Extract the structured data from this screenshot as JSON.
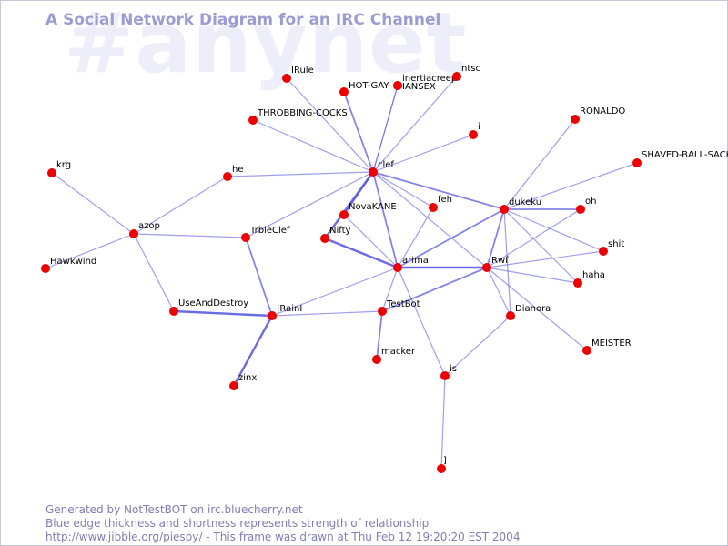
{
  "watermark": "#anynet",
  "title": "A Social Network Diagram for an IRC Channel",
  "footer": {
    "line1": "Generated by NotTestBOT on irc.bluecherry.net",
    "line2": "Blue edge thickness and shortness represents strength of relationship",
    "line3": "http://www.jibble.org/piespy/ - This frame was drawn at Thu Feb 12 19:20:20 EST 2004"
  },
  "colors": {
    "node": "#ee0000",
    "edge": "#5050e0",
    "title": "#9c9cd4",
    "footer": "#7f7fb4",
    "watermark": "#eeeefa"
  },
  "nodes": [
    {
      "id": "IRule",
      "label": "IRule"
    },
    {
      "id": "HOT-GAY",
      "label": "HOT-GAY"
    },
    {
      "id": "inertiacreep",
      "label": "inertiacreep"
    },
    {
      "id": "IANSEX",
      "label": "IANSEX"
    },
    {
      "id": "ntsc",
      "label": "ntsc"
    },
    {
      "id": "THROBBING-COCKS",
      "label": "THROBBING-COCKS"
    },
    {
      "id": "i",
      "label": "i"
    },
    {
      "id": "RONALDO",
      "label": "RONALDO"
    },
    {
      "id": "SHAVED-BALL-SACK",
      "label": "SHAVED-BALL-SACK"
    },
    {
      "id": "krg",
      "label": "krg"
    },
    {
      "id": "he",
      "label": "he"
    },
    {
      "id": "clef",
      "label": "clef"
    },
    {
      "id": "azop",
      "label": "azop"
    },
    {
      "id": "NovaKANE",
      "label": "NovaKANE"
    },
    {
      "id": "feh",
      "label": "feh"
    },
    {
      "id": "dukeku",
      "label": "dukeku"
    },
    {
      "id": "oh",
      "label": "oh"
    },
    {
      "id": "TrbleClef",
      "label": "TrbleClef"
    },
    {
      "id": "Nifty",
      "label": "Nifty"
    },
    {
      "id": "Hawkwind",
      "label": "Hawkwind"
    },
    {
      "id": "shit",
      "label": "shit"
    },
    {
      "id": "arima",
      "label": "arima"
    },
    {
      "id": "Rwf",
      "label": "Rwf"
    },
    {
      "id": "haha",
      "label": "haha"
    },
    {
      "id": "UseAndDestroy",
      "label": "UseAndDestroy"
    },
    {
      "id": "TestBot",
      "label": "TestBot"
    },
    {
      "id": "IRainI",
      "label": "|RainI"
    },
    {
      "id": "Dianora",
      "label": "Dianora"
    },
    {
      "id": "MEISTER",
      "label": "MEISTER"
    },
    {
      "id": "macker",
      "label": "macker"
    },
    {
      "id": "is",
      "label": "is"
    },
    {
      "id": "zinx",
      "label": "zinx"
    },
    {
      "id": "bracket",
      "label": "]"
    }
  ],
  "edges": [
    {
      "source": "clef",
      "target": "IRule",
      "weight": 1
    },
    {
      "source": "clef",
      "target": "HOT-GAY",
      "weight": 2
    },
    {
      "source": "clef",
      "target": "inertiacreep",
      "weight": 1
    },
    {
      "source": "clef",
      "target": "IANSEX",
      "weight": 1
    },
    {
      "source": "clef",
      "target": "ntsc",
      "weight": 1
    },
    {
      "source": "clef",
      "target": "THROBBING-COCKS",
      "weight": 1
    },
    {
      "source": "clef",
      "target": "i",
      "weight": 1
    },
    {
      "source": "clef",
      "target": "he",
      "weight": 1
    },
    {
      "source": "clef",
      "target": "NovaKANE",
      "weight": 2
    },
    {
      "source": "clef",
      "target": "Nifty",
      "weight": 3
    },
    {
      "source": "clef",
      "target": "arima",
      "weight": 2
    },
    {
      "source": "clef",
      "target": "feh",
      "weight": 1
    },
    {
      "source": "clef",
      "target": "dukeku",
      "weight": 2
    },
    {
      "source": "clef",
      "target": "TrbleClef",
      "weight": 1
    },
    {
      "source": "clef",
      "target": "Rwf",
      "weight": 1
    },
    {
      "source": "he",
      "target": "azop",
      "weight": 1
    },
    {
      "source": "krg",
      "target": "azop",
      "weight": 1
    },
    {
      "source": "azop",
      "target": "Hawkwind",
      "weight": 1
    },
    {
      "source": "azop",
      "target": "TrbleClef",
      "weight": 1
    },
    {
      "source": "azop",
      "target": "UseAndDestroy",
      "weight": 1
    },
    {
      "source": "TrbleClef",
      "target": "IRainI",
      "weight": 2
    },
    {
      "source": "UseAndDestroy",
      "target": "IRainI",
      "weight": 3
    },
    {
      "source": "IRainI",
      "target": "zinx",
      "weight": 3
    },
    {
      "source": "IRainI",
      "target": "TestBot",
      "weight": 1
    },
    {
      "source": "IRainI",
      "target": "arima",
      "weight": 1
    },
    {
      "source": "NovaKANE",
      "target": "arima",
      "weight": 1
    },
    {
      "source": "Nifty",
      "target": "arima",
      "weight": 3
    },
    {
      "source": "feh",
      "target": "arima",
      "weight": 1
    },
    {
      "source": "arima",
      "target": "dukeku",
      "weight": 2
    },
    {
      "source": "arima",
      "target": "Rwf",
      "weight": 3
    },
    {
      "source": "arima",
      "target": "TestBot",
      "weight": 1
    },
    {
      "source": "arima",
      "target": "is",
      "weight": 1
    },
    {
      "source": "TestBot",
      "target": "Rwf",
      "weight": 2
    },
    {
      "source": "TestBot",
      "target": "macker",
      "weight": 2
    },
    {
      "source": "dukeku",
      "target": "RONALDO",
      "weight": 1
    },
    {
      "source": "dukeku",
      "target": "SHAVED-BALL-SACK",
      "weight": 1
    },
    {
      "source": "dukeku",
      "target": "oh",
      "weight": 2
    },
    {
      "source": "dukeku",
      "target": "shit",
      "weight": 1
    },
    {
      "source": "dukeku",
      "target": "haha",
      "weight": 1
    },
    {
      "source": "dukeku",
      "target": "Rwf",
      "weight": 2
    },
    {
      "source": "dukeku",
      "target": "Dianora",
      "weight": 1
    },
    {
      "source": "Rwf",
      "target": "oh",
      "weight": 1
    },
    {
      "source": "Rwf",
      "target": "shit",
      "weight": 1
    },
    {
      "source": "Rwf",
      "target": "haha",
      "weight": 1
    },
    {
      "source": "Rwf",
      "target": "MEISTER",
      "weight": 1
    },
    {
      "source": "Rwf",
      "target": "Dianora",
      "weight": 1
    },
    {
      "source": "Dianora",
      "target": "is",
      "weight": 1
    },
    {
      "source": "is",
      "target": "bracket",
      "weight": 1
    }
  ]
}
